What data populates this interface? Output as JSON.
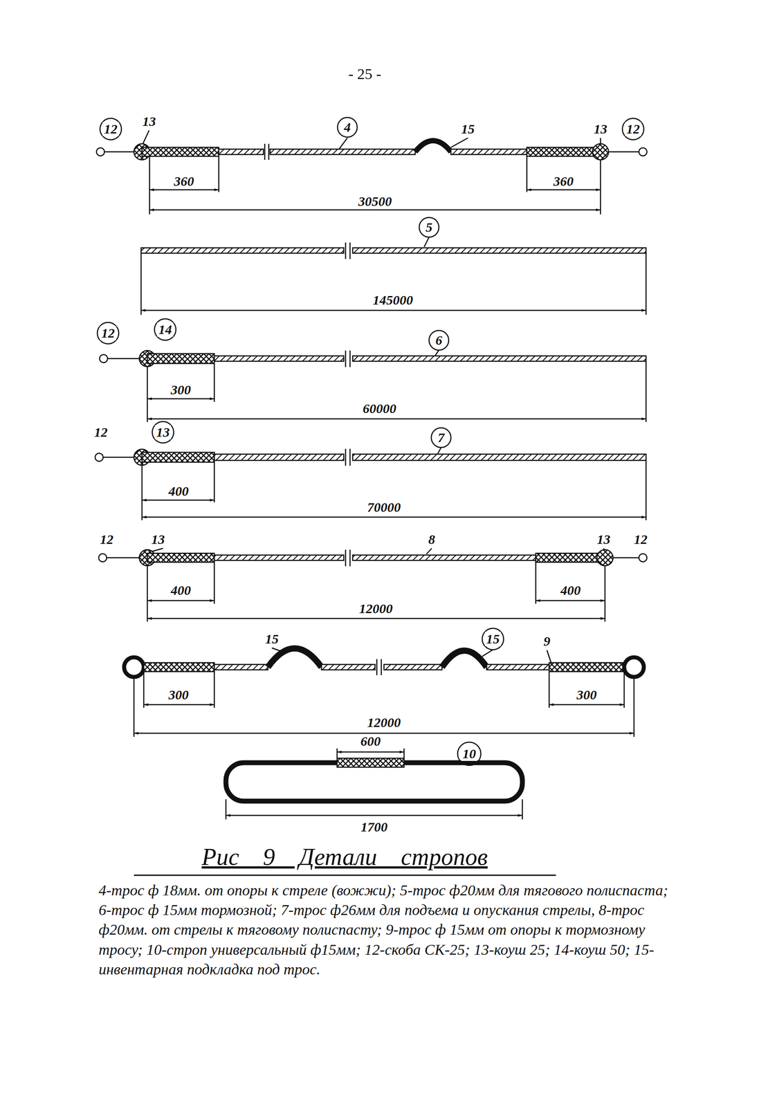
{
  "diagram": {
    "title": "Рис 9 Детали стропов",
    "caption": "4-трос ф 18мм. от опоры к стреле (вожжи); 5-трос ф20мм для тягового полиспаста; 6-трос ф 15мм тормозной; 7-трос ф26мм для подъема и опускания стрелы, 8-трос ф20мм. от стрелы к тяговому полиспасту; 9-трос ф 15мм от опоры к тормозному тросу; 10-строп универсальный ф15мм; 12-скоба СК-25; 13-коуш 25; 14-коуш 50; 15-инвентарная подкладка под трос.",
    "labels": [
      "- 25 -",
      "12",
      "13",
      "4",
      "15",
      "13",
      "12",
      "360",
      "360",
      "30500",
      "5",
      "145000",
      "12",
      "14",
      "6",
      "300",
      "60000",
      "12",
      "13",
      "7",
      "400",
      "70000",
      "12",
      "13",
      "8",
      "13",
      "12",
      "400",
      "400",
      "12000",
      "15",
      "15",
      "9",
      "300",
      "300",
      "12000",
      "600",
      "10",
      "1700"
    ]
  }
}
